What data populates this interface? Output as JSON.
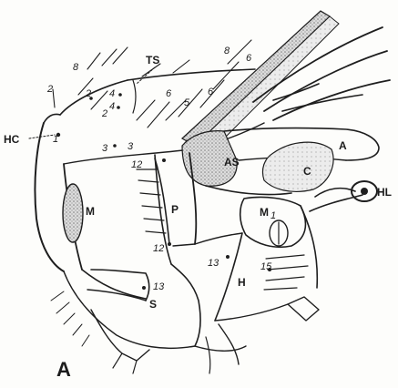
{
  "figure": {
    "panel_label": "A",
    "colors": {
      "ink": "#1e1e1e",
      "stipple": "#9a9a9a",
      "paper": "#fdfdfb"
    },
    "labels": {
      "HC": "HC",
      "TS": "TS",
      "M": "M",
      "P": "P",
      "M1": "M",
      "M1_sub": "1",
      "S": "S",
      "H": "H",
      "AS": "AS",
      "A": "A",
      "C": "C",
      "HL": "HL"
    },
    "numbers": {
      "n8a": "8",
      "n8b": "8",
      "n6a": "6",
      "n6b": "6",
      "n6c": "6",
      "n5": "5",
      "n2a": "2",
      "n2b": "2",
      "n2c": "2",
      "n4a": "4",
      "n4b": "4",
      "n1": "1",
      "n3a": "3",
      "n3b": "3",
      "n12a": "12",
      "n12b": "12",
      "n13a": "13",
      "n13b": "13",
      "n15": "15"
    }
  }
}
